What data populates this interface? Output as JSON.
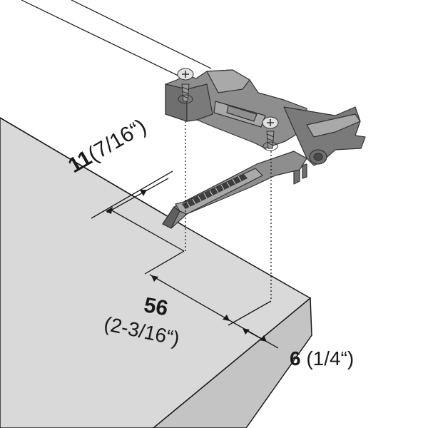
{
  "dimensions": {
    "depth": {
      "value": "11",
      "imperial": "(7/16“)"
    },
    "spacing": {
      "value": "56",
      "imperial": "(2-3/16“)"
    },
    "edge": {
      "value": "6",
      "imperial": "(1/4“)"
    }
  },
  "colors": {
    "panel_top": "#d9d9d9",
    "panel_side": "#c4c4c4",
    "part_dark": "#6f6f6f",
    "part_mid": "#8e8e8e",
    "part_light": "#a9a9a9",
    "line": "#1a1a1a"
  }
}
